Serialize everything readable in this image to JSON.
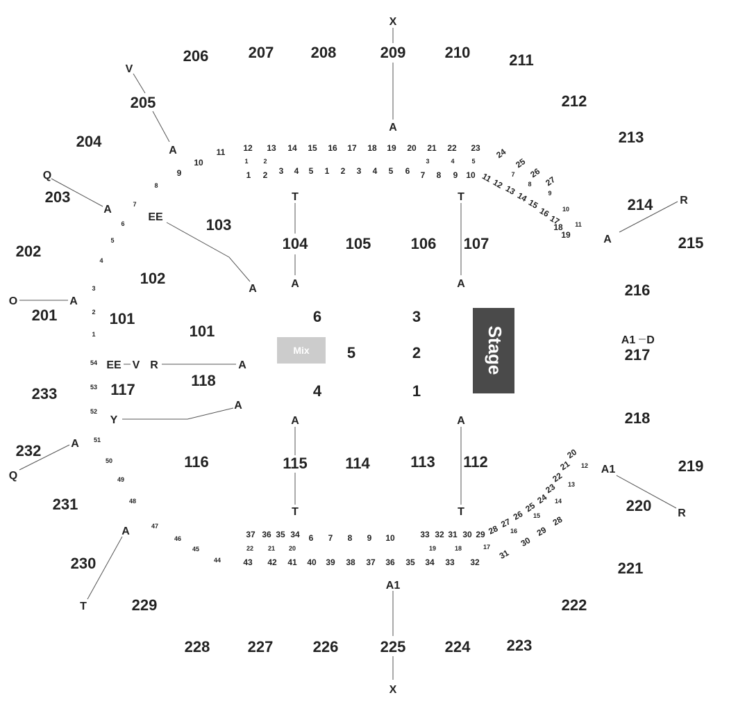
{
  "stage": {
    "label": "Stage",
    "color": "#4a4a4a"
  },
  "mix": {
    "label": "Mix",
    "color": "#cccccc"
  },
  "floor_sections": [
    "1",
    "2",
    "3",
    "4",
    "5",
    "6"
  ],
  "lower_sections": [
    "101",
    "101",
    "102",
    "103",
    "104",
    "105",
    "106",
    "107",
    "112",
    "113",
    "114",
    "115",
    "116",
    "117",
    "118"
  ],
  "upper_sections": [
    "201",
    "202",
    "203",
    "204",
    "205",
    "206",
    "207",
    "208",
    "209",
    "210",
    "211",
    "212",
    "213",
    "214",
    "215",
    "216",
    "217",
    "218",
    "219",
    "220",
    "221",
    "222",
    "223",
    "224",
    "225",
    "226",
    "227",
    "228",
    "229",
    "230",
    "231",
    "232",
    "233"
  ],
  "row_labels_large": [
    "12",
    "13",
    "14",
    "15",
    "16",
    "17",
    "18",
    "19",
    "20",
    "21",
    "22",
    "23",
    "1",
    "2",
    "3",
    "4",
    "5",
    "1",
    "2",
    "3",
    "4",
    "5",
    "6",
    "7",
    "8",
    "9",
    "10",
    "11",
    "9",
    "10",
    "11",
    "8",
    "7",
    "6",
    "5",
    "4",
    "3",
    "2",
    "1",
    "54",
    "53",
    "52",
    "51",
    "50",
    "49",
    "48",
    "47",
    "46",
    "45",
    "44",
    "43",
    "42",
    "41",
    "40",
    "39",
    "38",
    "37",
    "36",
    "35",
    "34",
    "33",
    "32",
    "37",
    "36",
    "35",
    "34",
    "6",
    "7",
    "8",
    "9",
    "10",
    "33",
    "32",
    "31",
    "30",
    "29",
    "28",
    "27",
    "26",
    "25",
    "24",
    "23",
    "22",
    "21",
    "20",
    "31",
    "30",
    "29",
    "28",
    "24",
    "25",
    "26",
    "27",
    "12",
    "13",
    "14",
    "15",
    "16",
    "17",
    "18",
    "19"
  ],
  "row_labels_small": [
    "1",
    "2",
    "3",
    "4",
    "5",
    "22",
    "21",
    "20",
    "19",
    "18",
    "17",
    "16",
    "15",
    "14",
    "13",
    "12",
    "11",
    "10",
    "9",
    "8",
    "7"
  ],
  "markers": [
    "X",
    "A",
    "V",
    "A",
    "Q",
    "A",
    "EE",
    "A",
    "O",
    "A",
    "A",
    "T",
    "A",
    "T",
    "A",
    "R",
    "A1",
    "EE",
    "V",
    "R",
    "A",
    "Y",
    "A",
    "A",
    "Q",
    "A",
    "T",
    "A",
    "T",
    "A",
    "T",
    "X",
    "A1",
    "D",
    "A1",
    "R"
  ],
  "colors": {
    "text": "#222222",
    "lines": "#555555",
    "background": "#ffffff"
  }
}
